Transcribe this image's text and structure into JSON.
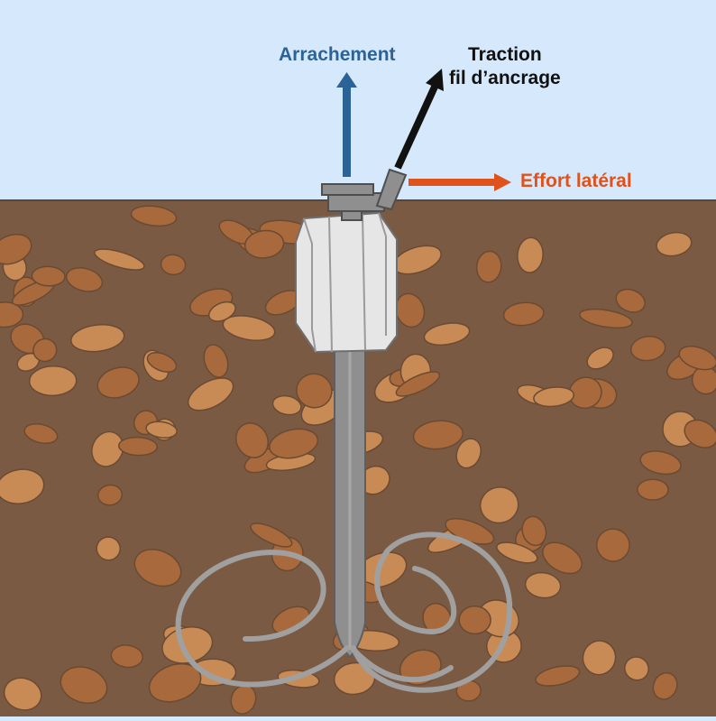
{
  "labels": {
    "pull": {
      "text": "Arrachement",
      "color": "#2c6396"
    },
    "traction": {
      "line1": "Traction",
      "line2": "fil d’ancrage",
      "color": "#111111"
    },
    "lateral": {
      "text": "Effort latéral",
      "color": "#e0521c"
    }
  },
  "colors": {
    "sky": "#d6e8fb",
    "soil": "#7b5a43",
    "stone": "#a86a3c",
    "stone_light": "#c98b55",
    "anchor": "#8f8f8f",
    "anchor_dark": "#5f5f5f",
    "block": "#e6e6e6",
    "pull_arrow": "#2c6396",
    "traction_arrow": "#111111",
    "lateral_arrow": "#e0521c"
  }
}
